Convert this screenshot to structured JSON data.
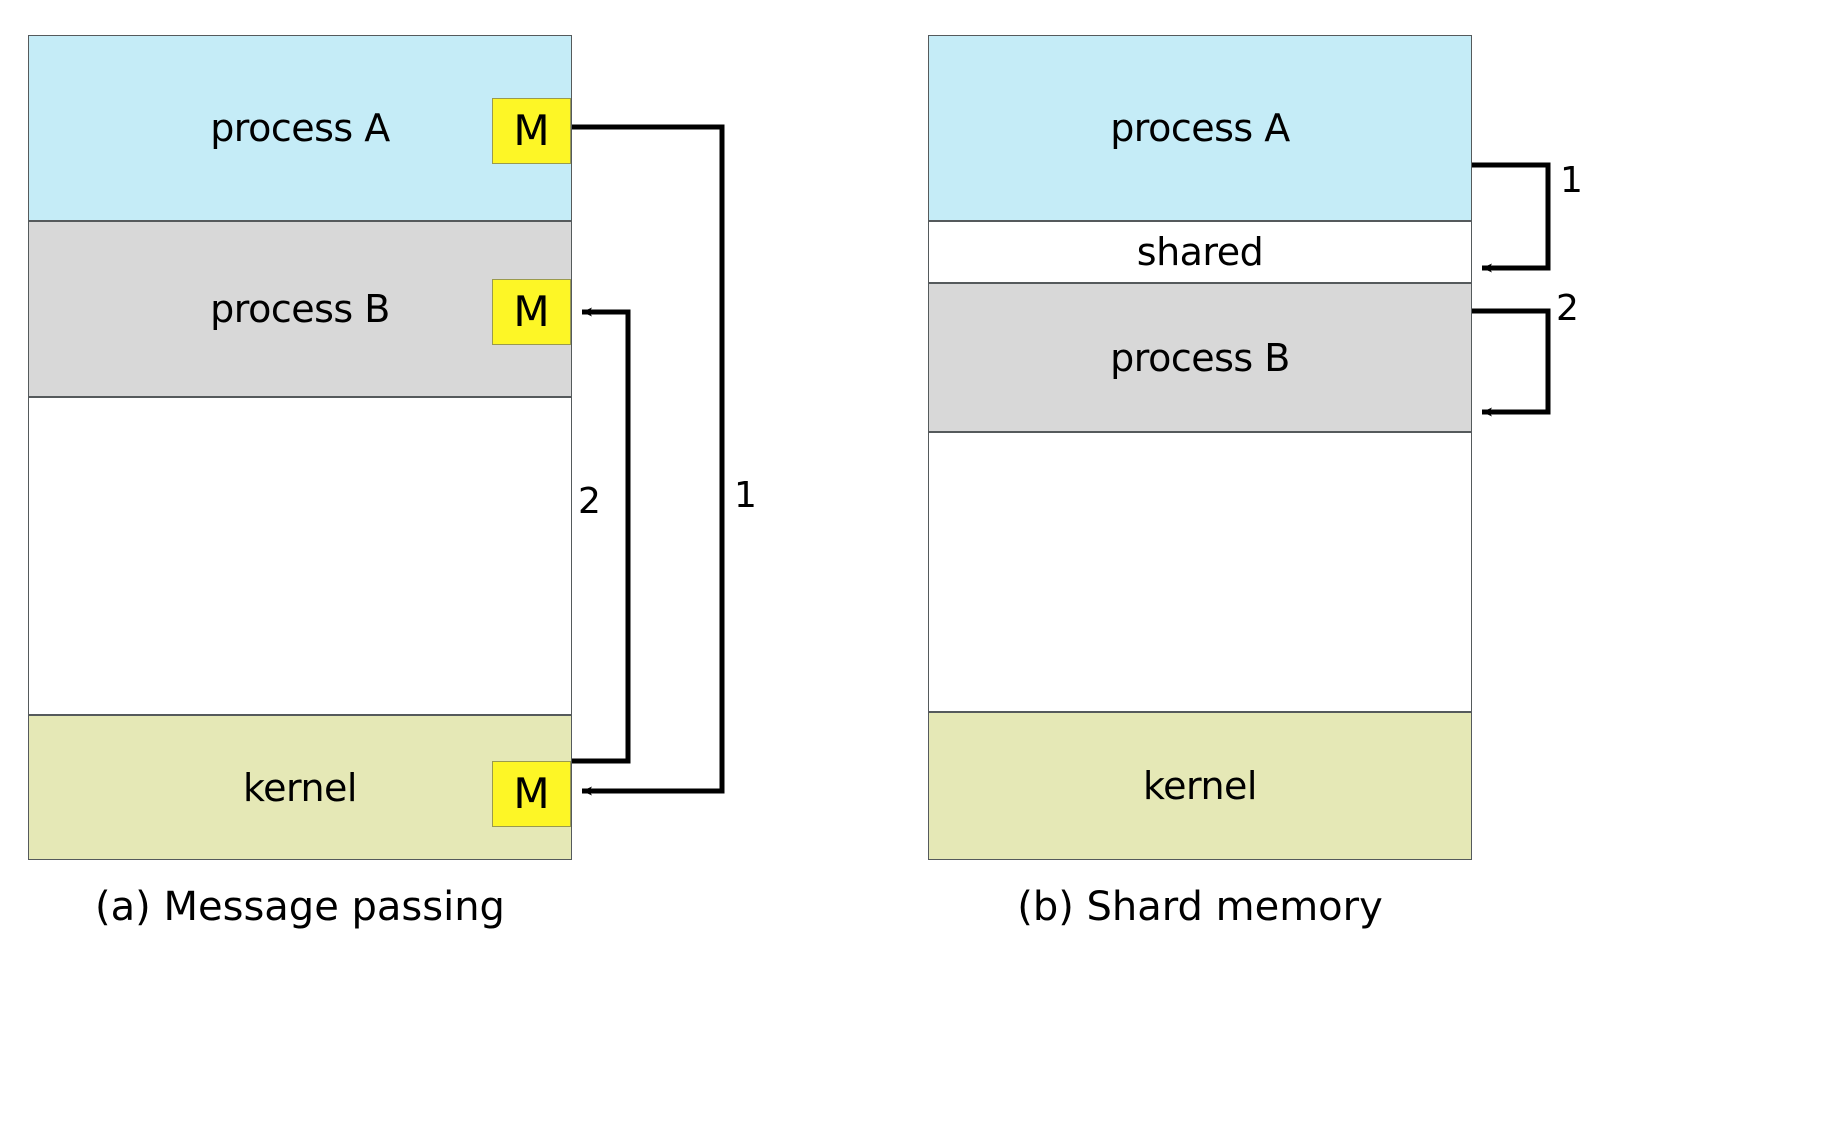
{
  "figure": {
    "title_a": "(a) Message passing",
    "title_b": "(b) Shard memory",
    "colors": {
      "process_a_fill": "#c5ecf7",
      "process_b_fill": "#d8d8d8",
      "kernel_fill": "#e5e8b6",
      "message_fill": "#fdf626",
      "border": "#555a5c",
      "arrow": "#000000",
      "background": "#ffffff"
    }
  },
  "diagram_a": {
    "name": "message-passing",
    "bands": [
      {
        "id": "process-a",
        "label": "process A",
        "fill": "blue"
      },
      {
        "id": "process-b",
        "label": "process B",
        "fill": "gray"
      },
      {
        "id": "free-space",
        "label": "",
        "fill": "white"
      },
      {
        "id": "kernel",
        "label": "kernel",
        "fill": "olive"
      }
    ],
    "messages": [
      {
        "id": "message-in-process-a",
        "label": "M"
      },
      {
        "id": "message-in-process-b",
        "label": "M"
      },
      {
        "id": "message-in-kernel",
        "label": "M"
      }
    ],
    "steps": [
      {
        "id": "step-1",
        "label": "1",
        "from": "process A",
        "to": "kernel"
      },
      {
        "id": "step-2",
        "label": "2",
        "from": "kernel",
        "to": "process B"
      }
    ]
  },
  "diagram_b": {
    "name": "shared-memory",
    "bands": [
      {
        "id": "process-a",
        "label": "process A",
        "fill": "blue"
      },
      {
        "id": "shared",
        "label": "shared",
        "fill": "white"
      },
      {
        "id": "process-b",
        "label": "process B",
        "fill": "gray"
      },
      {
        "id": "free-space",
        "label": "",
        "fill": "white"
      },
      {
        "id": "kernel",
        "label": "kernel",
        "fill": "olive"
      }
    ],
    "steps": [
      {
        "id": "step-1",
        "label": "1",
        "from": "process A",
        "to": "shared"
      },
      {
        "id": "step-2",
        "label": "2",
        "from": "shared",
        "to": "process B"
      }
    ]
  }
}
